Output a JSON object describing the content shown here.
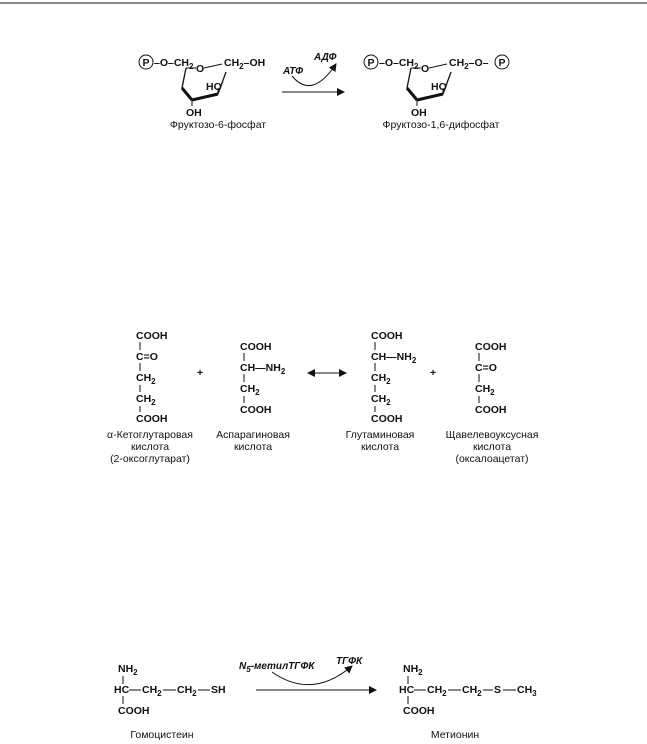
{
  "reaction1": {
    "substrate_label": "Фруктозо-6-фосфат",
    "product_label": "Фруктозо-1,6-дифосфат",
    "cofactor_in": "АТФ",
    "cofactor_out": "АДФ",
    "phosphate_symbol": "P",
    "frag_o_ch2": "–O–CH",
    "sub2": "2",
    "frag_ch2": "CH",
    "frag_oh_tail": "–OH",
    "frag_o_tail": "–O–",
    "ring_o": "O",
    "ho": "HO",
    "oh": "OH"
  },
  "reaction2": {
    "plus": "+",
    "akg": {
      "c1": "COOH",
      "c2": "C",
      "c2_sub": "=O",
      "c3": "CH",
      "c3_sub": "2",
      "c4": "CH",
      "c4_sub": "2",
      "c5": "COOH",
      "label1": "α-Кетоглутаровая",
      "label2": "кислота",
      "label3": "(2-оксоглутарат)"
    },
    "asp": {
      "c1": "COOH",
      "c2": "CH—NH",
      "c2_sub": "2",
      "c3": "CH",
      "c3_sub": "2",
      "c4": "COOH",
      "label1": "Аспарагиновая",
      "label2": "кислота"
    },
    "glu": {
      "c1": "COOH",
      "c2": "CH—NH",
      "c2_sub": "2",
      "c3": "CH",
      "c3_sub": "2",
      "c4": "CH",
      "c4_sub": "2",
      "c5": "COOH",
      "label1": "Глутаминовая",
      "label2": "кислота"
    },
    "oaa": {
      "c1": "COOH",
      "c2": "C",
      "c2_sub": "=O",
      "c3": "CH",
      "c3_sub": "2",
      "c4": "COOH",
      "label1": "Щавелевоуксусная",
      "label2": "кислота",
      "label3": "(оксалоацетат)"
    }
  },
  "reaction3": {
    "cofactor_in_a": "N",
    "cofactor_in_sub": "5",
    "cofactor_in_b": "-метилТГФК",
    "cofactor_out": "ТГФК",
    "hcy": {
      "nh2": "NH",
      "nh2_sub": "2",
      "chain1": "HC",
      "ch2a": "CH",
      "ch2a_sub": "2",
      "ch2b": "CH",
      "ch2b_sub": "2",
      "sh": "SH",
      "cooh": "COOH",
      "label": "Гомоцистеин"
    },
    "met": {
      "nh2": "NH",
      "nh2_sub": "2",
      "chain1": "HC",
      "ch2a": "CH",
      "ch2a_sub": "2",
      "ch2b": "CH",
      "ch2b_sub": "2",
      "s": "S",
      "ch3": "CH",
      "ch3_sub": "3",
      "cooh": "COOH",
      "label": "Метионин"
    }
  }
}
